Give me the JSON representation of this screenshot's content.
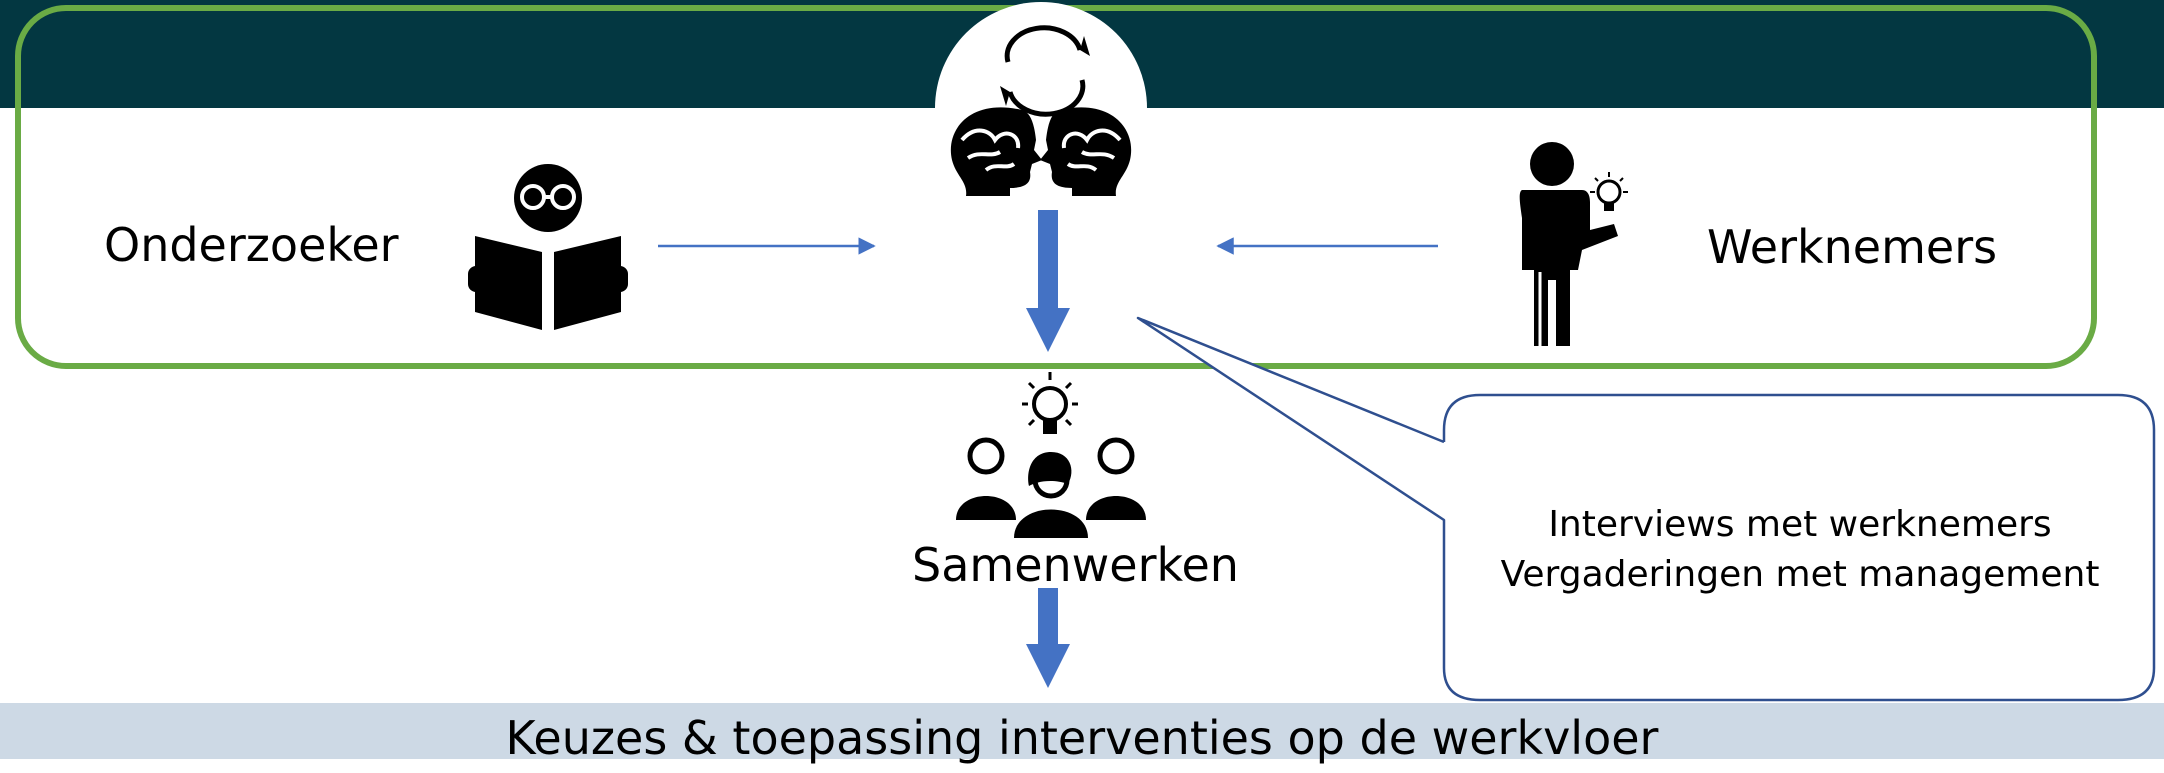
{
  "labels": {
    "researcher": "Onderzoeker",
    "employees": "Werknemers",
    "collaborate": "Samenwerken"
  },
  "callout": {
    "line1": "Interviews met werknemers",
    "line2": "Vergaderingen met management"
  },
  "bottom_bar": {
    "text": "Keuzes & toepassing interventies op de werkvloer"
  },
  "colors": {
    "header_bg": "#033741",
    "frame_green": "#6aab45",
    "arrow_blue": "#4472c4",
    "callout_border": "#2f4f8f",
    "bottom_bar_bg": "#cdd9e5"
  },
  "icons": [
    "reader-icon",
    "exchange-minds-icon",
    "person-idea-icon",
    "team-idea-icon"
  ]
}
